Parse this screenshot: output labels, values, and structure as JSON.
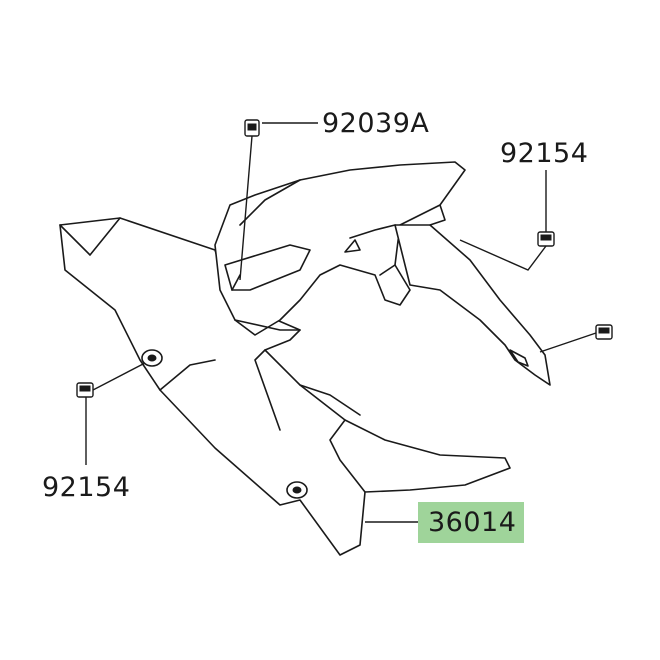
{
  "parts": {
    "bolt_top": {
      "number": "92039A"
    },
    "bolt_right": {
      "number": "92154"
    },
    "bolt_left": {
      "number": "92154"
    },
    "fender": {
      "number": "36014",
      "highlight_color": "#9fd49a"
    }
  }
}
